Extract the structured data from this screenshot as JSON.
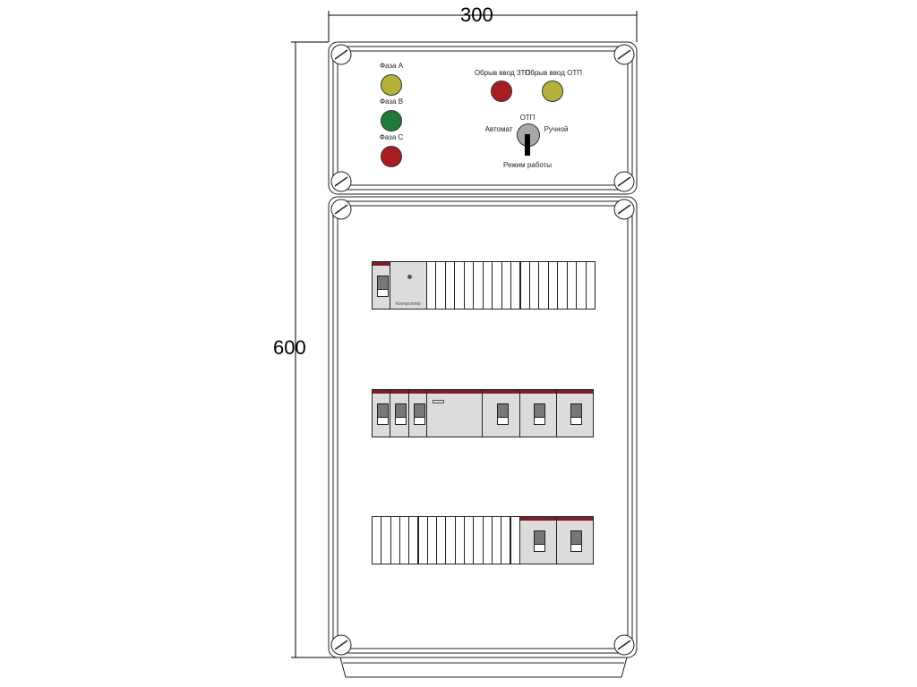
{
  "dimensions": {
    "width_label": "300",
    "height_label": "600"
  },
  "indicators": {
    "phase_a": {
      "label": "Фаза А",
      "color": "#b5b13a"
    },
    "phase_b": {
      "label": "Фаза В",
      "color": "#1f7a3a"
    },
    "phase_c": {
      "label": "Фаза С",
      "color": "#a81d22"
    },
    "fault_ztp": {
      "label": "Обрыв ввод ЗТП",
      "color": "#a81d22"
    },
    "fault_otp": {
      "label": "Обрыв ввод ОТП",
      "color": "#b5b13a"
    }
  },
  "selector": {
    "title": "ОТП",
    "left_label": "Автомат",
    "right_label": "Ручной",
    "bottom_label": "Режим работы"
  },
  "din_rows": {
    "row1_device_label": "Контроллер"
  }
}
